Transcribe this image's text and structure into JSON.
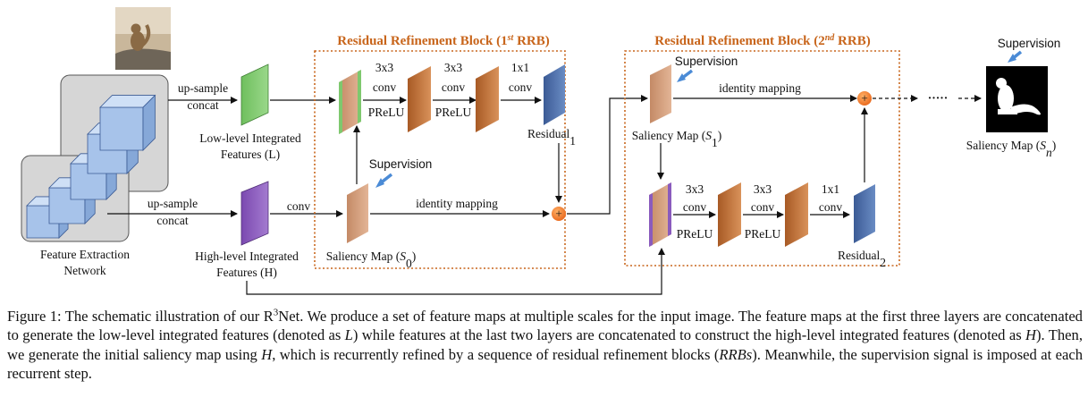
{
  "figure": {
    "encoder_label": [
      "Feature Extraction",
      "Network"
    ],
    "low_branch": {
      "op": [
        "up-sample",
        "concat"
      ],
      "label": [
        "Low-level Integrated",
        "Features (L)"
      ]
    },
    "high_branch": {
      "op": [
        "up-sample",
        "concat"
      ],
      "conv": "conv",
      "label": [
        "High-level Integrated",
        "Features (H)"
      ]
    },
    "rrb1": {
      "title_prefix": "Residual Refinement Block (1",
      "title_sup": "st",
      "title_suffix": " RRB)",
      "conv_ops": [
        [
          "3x3",
          "conv"
        ],
        [
          "3x3",
          "conv"
        ],
        [
          "1x1",
          "conv"
        ]
      ],
      "activations": [
        "PReLU",
        "PReLU"
      ],
      "residual": "Residual",
      "residual_sub": "1",
      "supervision": "Supervision",
      "identity": "identity mapping",
      "saliency_prefix": "Saliency Map (",
      "saliency_var": "S",
      "saliency_sub": "0",
      "saliency_suffix": ")"
    },
    "rrb2": {
      "title_prefix": "Residual Refinement Block (2",
      "title_sup": "nd",
      "title_suffix": " RRB)",
      "conv_ops": [
        [
          "3x3",
          "conv"
        ],
        [
          "3x3",
          "conv"
        ],
        [
          "1x1",
          "conv"
        ]
      ],
      "activations": [
        "PReLU",
        "PReLU"
      ],
      "residual": "Residual",
      "residual_sub": "2",
      "supervision": "Supervision",
      "identity": "identity mapping",
      "saliency_prefix": "Saliency Map (",
      "saliency_var": "S",
      "saliency_sub": "1",
      "saliency_suffix": ")"
    },
    "final": {
      "supervision": "Supervision",
      "ellipsis": "·····",
      "saliency_prefix": "Saliency Map (",
      "saliency_var": "S",
      "saliency_sub": "n",
      "saliency_suffix": ")"
    },
    "plus": "+",
    "colors": {
      "accent": "#c8651b",
      "cube": "#9fbde8",
      "low": "#7ec86e",
      "high": "#8a5bbd",
      "conv": "#c6783f",
      "residual": "#4f6fa8",
      "saliency": "#d6a17c",
      "plus": "#ef7a22",
      "arrow": "#4b8bd6"
    }
  },
  "caption": {
    "fig_label": "Figure 1:",
    "t1": " The schematic illustration of our R",
    "sup": "3",
    "t2": "Net. We produce a set of feature maps at multiple scales for the input image. The feature maps at the first three layers are concatenated to generate the low-level integrated features (denoted as ",
    "L": "L",
    "t3": ") while features at the last two layers are concatenated to construct the high-level integrated features (denoted as ",
    "H": "H",
    "t4": "). Then, we generate the initial saliency map using ",
    "H2": "H",
    "t5": ", which is recurrently refined by a sequence of residual refinement blocks (",
    "rrbs": "RRBs",
    "t6": "). Meanwhile, the supervision signal is imposed at each recurrent step."
  }
}
